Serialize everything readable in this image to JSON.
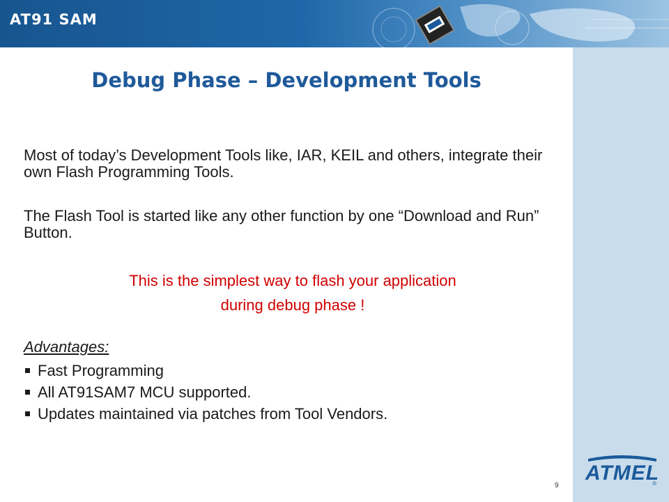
{
  "header": {
    "brand": "AT91 SAM"
  },
  "slide": {
    "title": "Debug Phase – Development Tools",
    "para1": "Most of today’s Development Tools like, IAR, KEIL and others, integrate their own Flash Programming Tools.",
    "para2": "The Flash Tool is started like any other function by one “Download and Run” Button.",
    "highlight_line1": "This is the simplest way to flash your application",
    "highlight_line2": "during debug phase !",
    "advantages_heading": "Advantages:",
    "advantages": [
      "Fast Programming",
      "All AT91SAM7 MCU supported.",
      "Updates maintained via patches from Tool Vendors."
    ],
    "page_number": "9"
  },
  "logo": {
    "text": "ATMEL",
    "mark": "®"
  },
  "colors": {
    "header_blue": "#1a5a9a",
    "title_blue": "#1f5a9a",
    "highlight_red": "#d00000",
    "sidebar": "#c9dcec"
  }
}
